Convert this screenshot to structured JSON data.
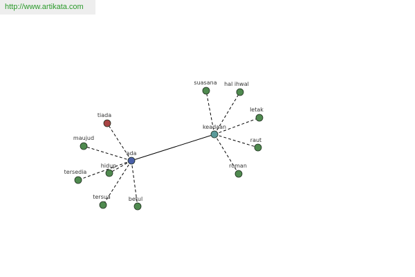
{
  "watermark": "http://www.artikata.com",
  "colors": {
    "hub_ada": "#4a5fa8",
    "hub_keadaan": "#5a9a9a",
    "antonym": "#a84444",
    "synonym": "#4f8a4f"
  },
  "graph": {
    "nodes": [
      {
        "id": "ada",
        "label": "ada",
        "kind": "hub_ada"
      },
      {
        "id": "keadaan",
        "label": "keadaan",
        "kind": "hub_keadaan"
      },
      {
        "id": "tiada",
        "label": "tiada",
        "kind": "antonym"
      },
      {
        "id": "maujud",
        "label": "maujud",
        "kind": "synonym"
      },
      {
        "id": "hidup",
        "label": "hidup",
        "kind": "synonym"
      },
      {
        "id": "tersedia",
        "label": "tersedia",
        "kind": "synonym"
      },
      {
        "id": "tersua",
        "label": "tersua",
        "kind": "synonym"
      },
      {
        "id": "betul",
        "label": "betul",
        "kind": "synonym"
      },
      {
        "id": "suasana",
        "label": "suasana",
        "kind": "synonym"
      },
      {
        "id": "hal-ihwal",
        "label": "hal ihwal",
        "kind": "synonym"
      },
      {
        "id": "letak",
        "label": "letak",
        "kind": "synonym"
      },
      {
        "id": "raut",
        "label": "raut",
        "kind": "synonym"
      },
      {
        "id": "roman",
        "label": "roman",
        "kind": "synonym"
      }
    ],
    "edges": [
      {
        "from": "ada",
        "to": "keadaan",
        "style": "solid"
      },
      {
        "from": "ada",
        "to": "tiada",
        "style": "dashed"
      },
      {
        "from": "ada",
        "to": "maujud",
        "style": "dashed"
      },
      {
        "from": "ada",
        "to": "hidup",
        "style": "dashed"
      },
      {
        "from": "ada",
        "to": "tersedia",
        "style": "dashed"
      },
      {
        "from": "ada",
        "to": "tersua",
        "style": "dashed"
      },
      {
        "from": "ada",
        "to": "betul",
        "style": "dashed"
      },
      {
        "from": "keadaan",
        "to": "suasana",
        "style": "dashed"
      },
      {
        "from": "keadaan",
        "to": "hal-ihwal",
        "style": "dashed"
      },
      {
        "from": "keadaan",
        "to": "letak",
        "style": "dashed"
      },
      {
        "from": "keadaan",
        "to": "raut",
        "style": "dashed"
      },
      {
        "from": "keadaan",
        "to": "roman",
        "style": "dashed"
      }
    ]
  }
}
